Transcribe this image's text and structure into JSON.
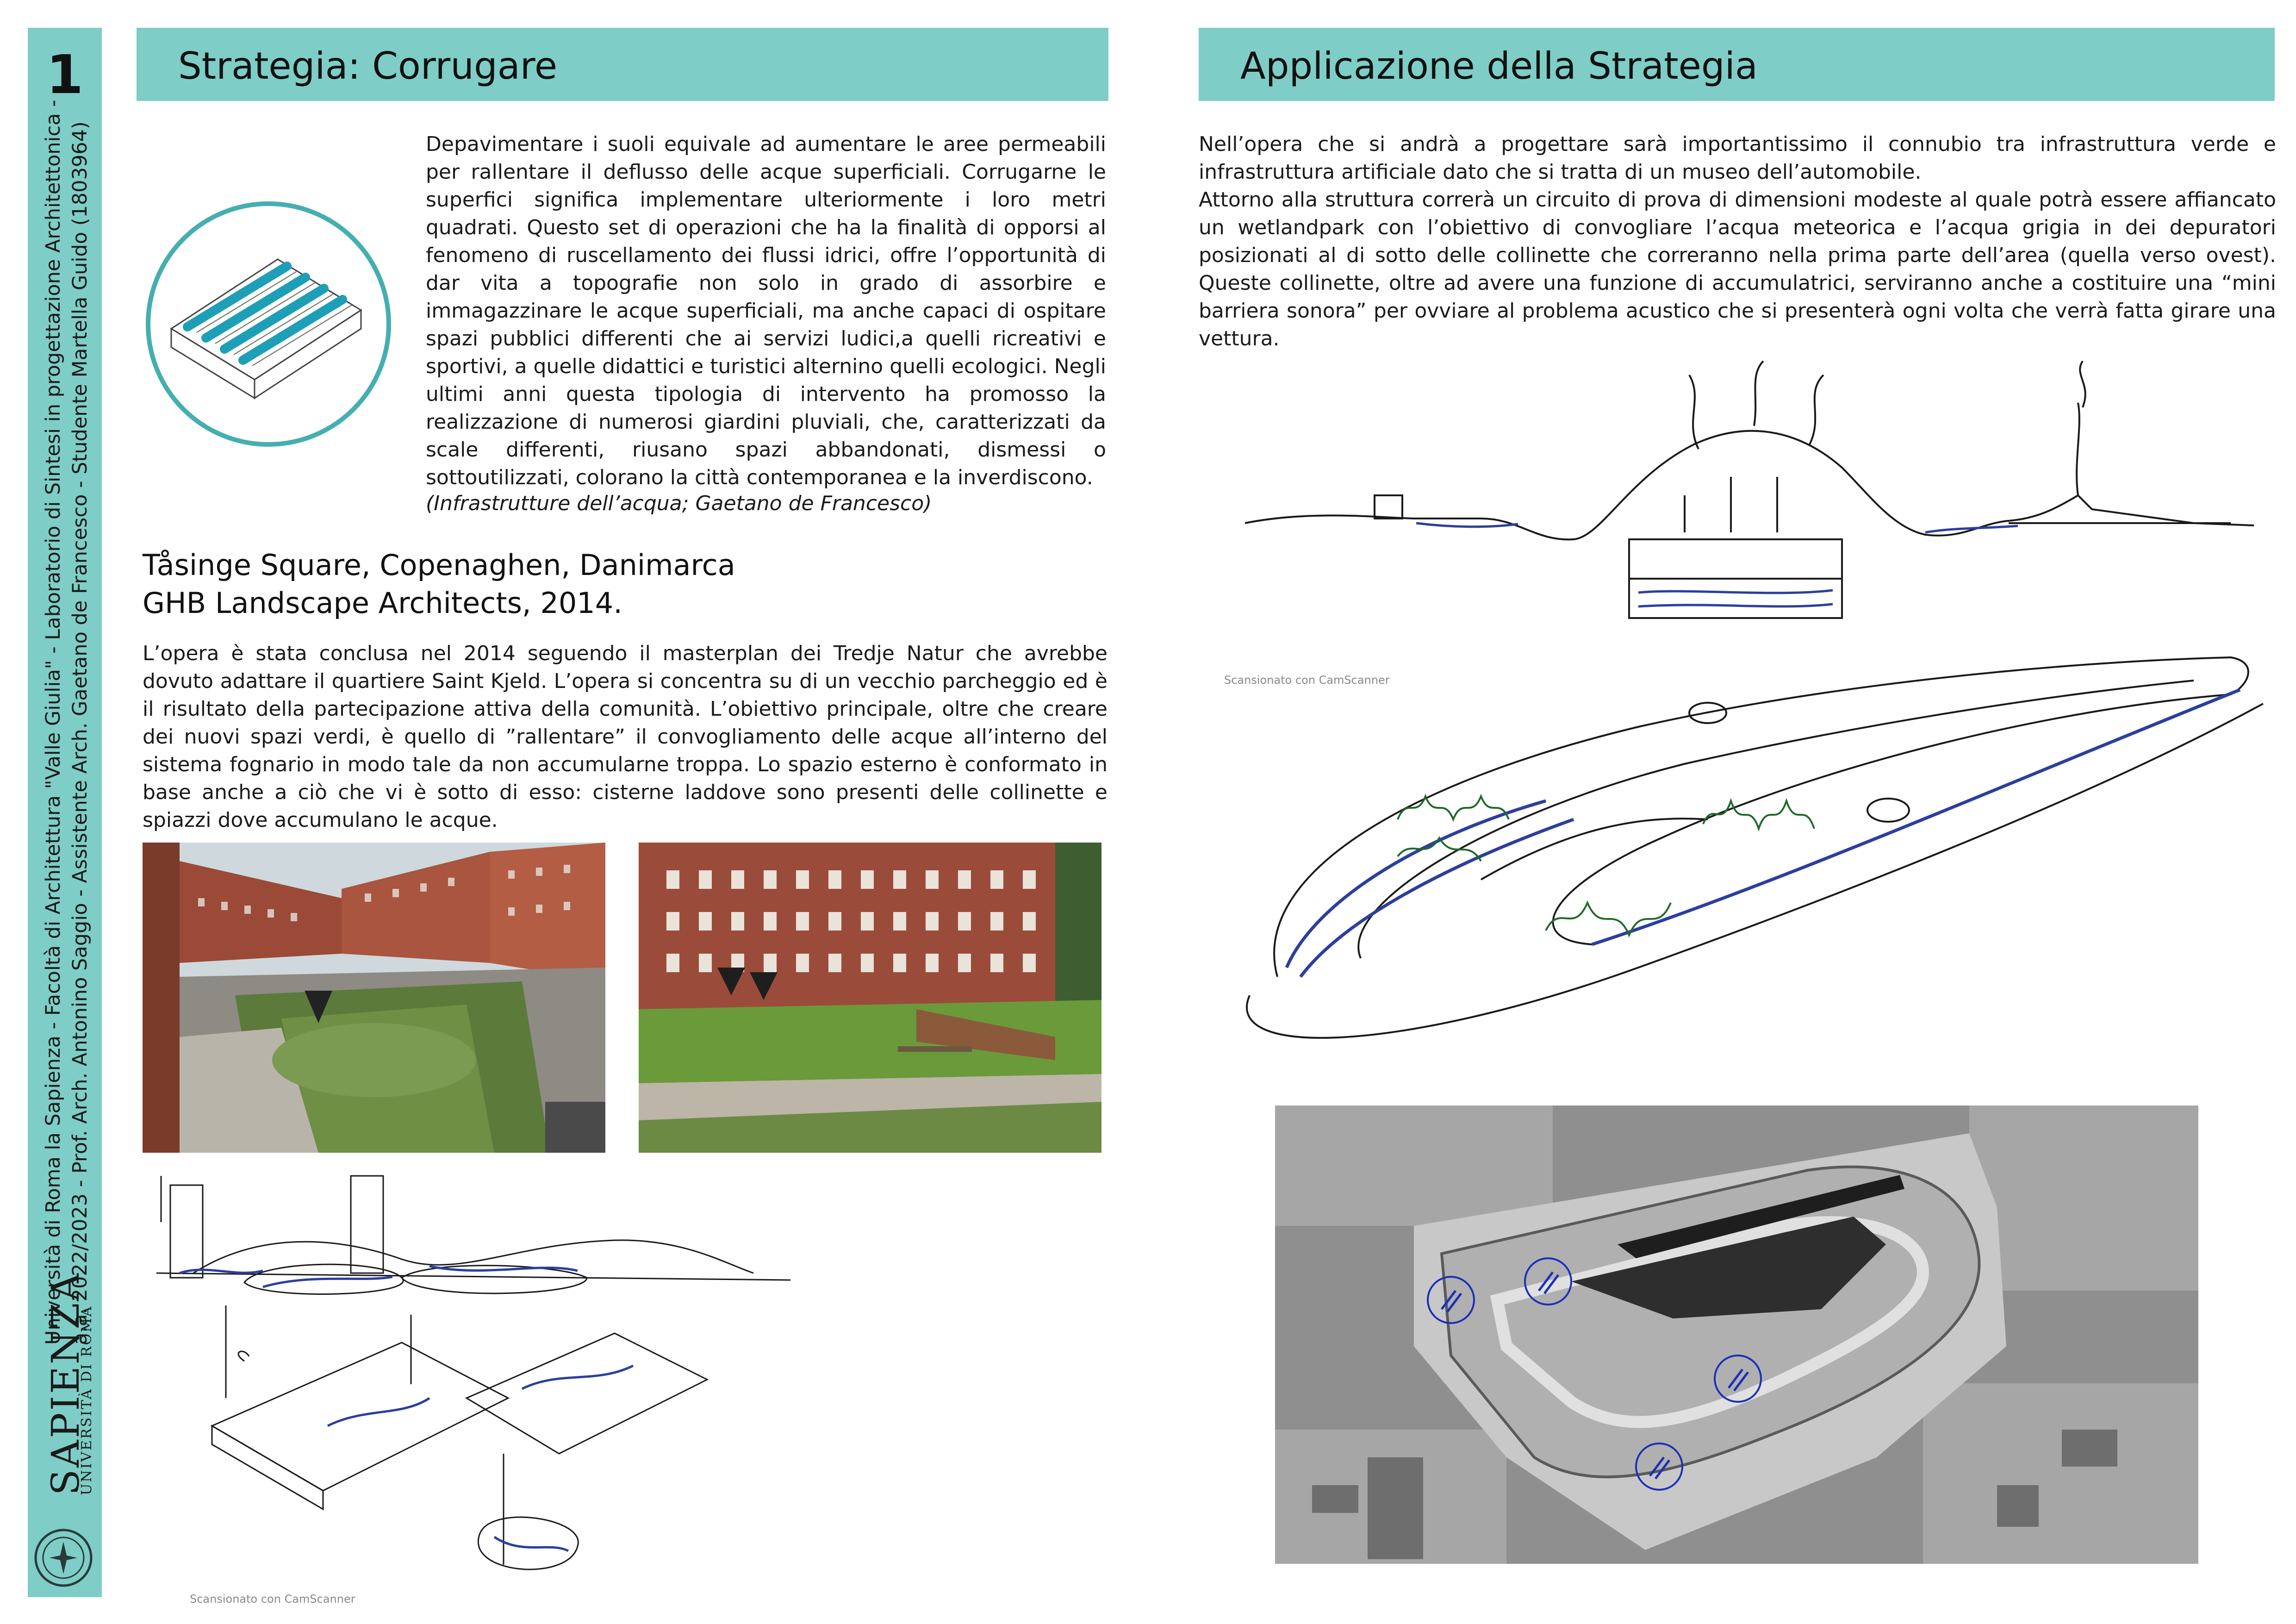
{
  "sidebar": {
    "page_number": "1",
    "line1": "Università di Roma la Sapienza - Facoltà di Architettura \"Valle Giulia\" - Laboratorio di Sintesi in progettazione Architettonica -",
    "line2": "a.a. 2022/2023 - Prof. Arch. Antonino Saggio - Assistente Arch. Gaetano de Francesco - Studente Martella Guido (1803964)",
    "logo_word": "SAPIENZA",
    "logo_sub": "UNIVERSITÀ DI ROMA"
  },
  "left": {
    "header": "Strategia: Corrugare",
    "intro": "Depavimentare i suoli equivale ad aumentare le aree permeabili per rallentare il deflusso delle acque superficiali. Corrugarne le superfici significa implementare ulteriormente i loro metri quadrati. Questo set di operazioni che ha la finalità di opporsi al fenomeno di ruscellamento dei flussi idrici, offre l’opportunità di dar vita a topografie non solo in grado di assorbire e immagazzinare le acque superficiali, ma anche capaci di ospitare spazi pubblici differenti che ai servizi ludici,a quelli ricreativi e sportivi, a quelle didattici e turistici alternino quelli ecologici. Negli ultimi anni questa tipologia di intervento ha promosso la realizzazione di numerosi giardini pluviali, che, caratterizzati da scale differenti, riusano spazi abbandonati, dismessi o sottoutilizzati, colorano la città contemporanea e la inverdiscono.",
    "citation": "(Infrastrutture dell’acqua; Gaetano de Francesco)",
    "case_title_1": "Tåsinge Square, Copenaghen, Danimarca",
    "case_title_2": "GHB Landscape Architects, 2014.",
    "case_text": "L’opera è stata conclusa nel 2014 seguendo il masterplan dei Tredje Natur che avrebbe dovuto adattare il quartiere Saint Kjeld. L’opera si concentra su di un vecchio parcheggio ed è il risultato della partecipazione attiva della comunità. L’obiettivo principale, oltre che creare dei nuovi spazi verdi, è quello di ”rallentare” il convogliamento delle acque all’interno del sistema fognario in modo tale da non accumularne troppa. Lo spazio esterno è conformato in base anche a ciò che vi è sotto di esso: cisterne laddove sono presenti delle collinette e spiazzi dove accumulano le acque."
  },
  "right": {
    "header": "Applicazione della Strategia",
    "text": "Nell’opera che si andrà a progettare sarà importantissimo il connubio tra infrastruttura verde e infrastruttura artificiale dato che si tratta di un museo dell’automobile.\nAttorno alla struttura correrà un circuito di prova di dimensioni modeste al quale potrà essere affiancato un wetlandpark con l’obiettivo di convogliare l’acqua meteorica e l’acqua grigia in dei depuratori posizionati al di sotto delle collinette che correranno nella prima parte dell’area (quella verso ovest). Queste collinette, oltre ad avere una funzione di accumulatrici, serviranno anche a costituire una “mini barriera sonora” per ovviare al problema acustico che si presenterà ogni volta che verrà fatta girare una vettura."
  },
  "scan_mark": "Scansionato con CamScanner",
  "colors": {
    "accent": "#7ecdc7",
    "water": "#3a4fb5",
    "ink": "#1a1a1a"
  }
}
